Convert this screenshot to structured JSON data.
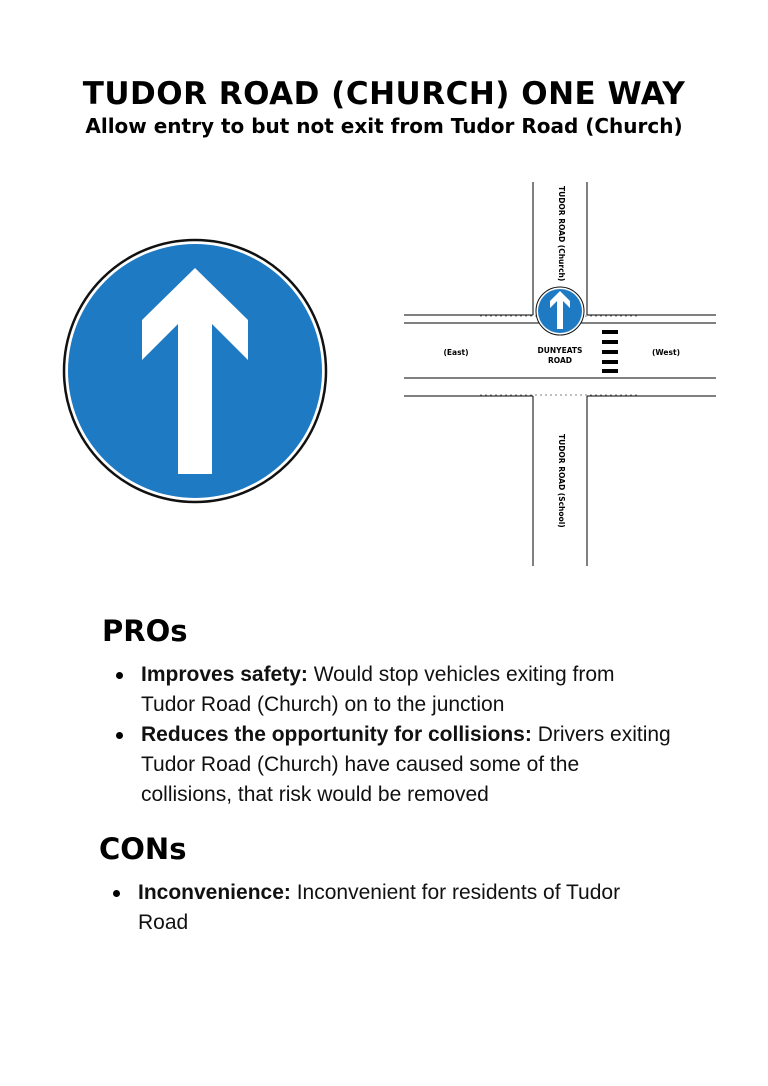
{
  "title": "TUDOR ROAD (CHURCH) ONE WAY",
  "subtitle": "Allow entry to but not exit from Tudor Road (Church)",
  "sign": {
    "icon": "ahead-only-arrow-icon",
    "color": "#1f7ac4"
  },
  "map": {
    "north_road": "TUDOR ROAD (Church)",
    "south_road": "TUDOR ROAD (School)",
    "main_road_line1": "DUNYEATS",
    "main_road_line2": "ROAD",
    "east": "(East)",
    "west": "(West)"
  },
  "pros": {
    "heading": "PROs",
    "items": [
      {
        "label": "Improves safety:",
        "text": " Would stop vehicles exiting from Tudor Road (Church) on to the junction"
      },
      {
        "label": "Reduces the opportunity for collisions:",
        "text": " Drivers exiting Tudor Road (Church) have caused some of the collisions, that risk would be removed"
      }
    ]
  },
  "cons": {
    "heading": "CONs",
    "items": [
      {
        "label": "Inconvenience:",
        "text": " Inconvenient for residents of Tudor Road"
      }
    ]
  }
}
